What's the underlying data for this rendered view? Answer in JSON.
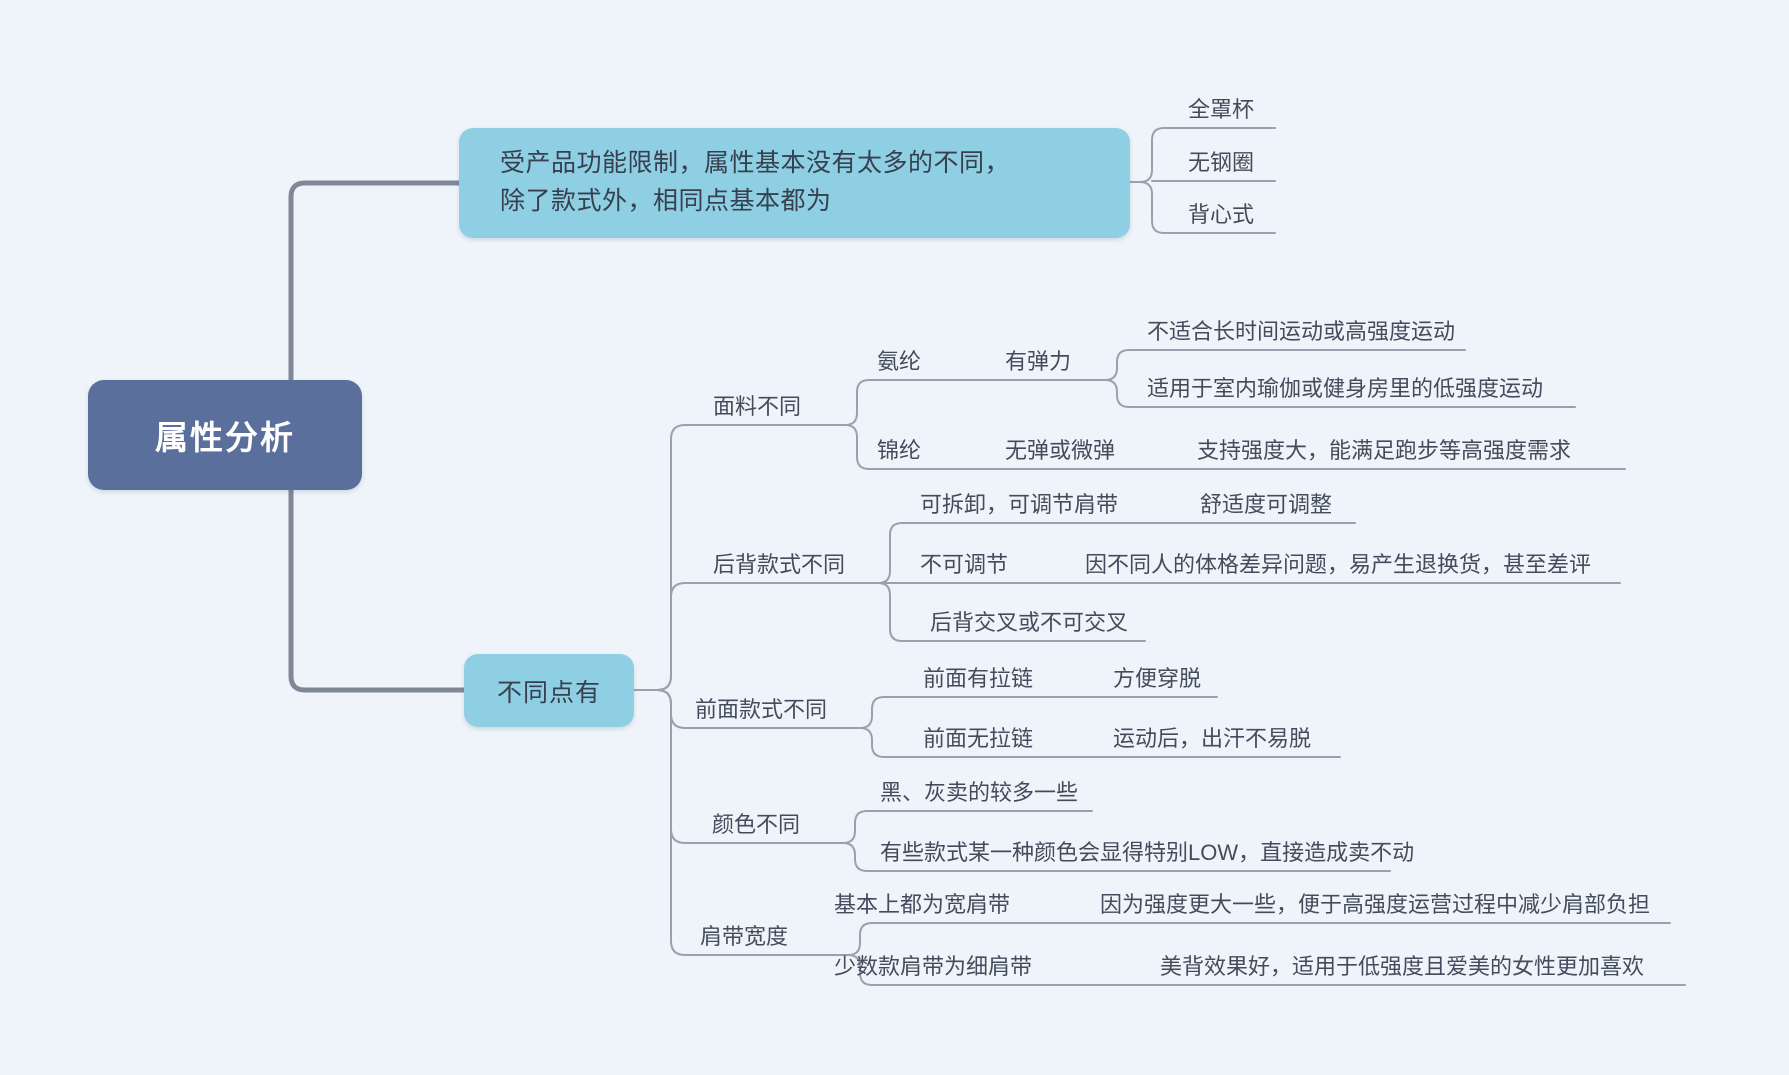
{
  "canvas": {
    "background": "#eff4fa"
  },
  "colors": {
    "root_bg": "#5b6f9c",
    "root_fg": "#ffffff",
    "topic_box_bg": "#8ecfe4",
    "topic_box_fg": "#36404e",
    "label_fg": "#434c5c",
    "trunk_line": "#7f8898",
    "branch_line": "#99a1b0"
  },
  "root": {
    "text": "属性分析"
  },
  "same": {
    "text": "受产品功能限制，属性基本没有太多的不同，除了款式外，相同点基本都为",
    "children": [
      {
        "text": "全罩杯"
      },
      {
        "text": "无钢圈"
      },
      {
        "text": "背心式"
      }
    ]
  },
  "diff": {
    "text": "不同点有",
    "children": [
      {
        "text": "面料不同",
        "children": [
          {
            "text": "氨纶",
            "children": [
              {
                "text": "有弹力",
                "children": [
                  {
                    "text": "不适合长时间运动或高强度运动"
                  },
                  {
                    "text": "适用于室内瑜伽或健身房里的低强度运动"
                  }
                ]
              }
            ]
          },
          {
            "text": "锦纶",
            "children": [
              {
                "text": "无弹或微弹",
                "children": [
                  {
                    "text": "支持强度大，能满足跑步等高强度需求"
                  }
                ]
              }
            ]
          }
        ]
      },
      {
        "text": "后背款式不同",
        "children": [
          {
            "text": "可拆卸，可调节肩带",
            "children": [
              {
                "text": "舒适度可调整"
              }
            ]
          },
          {
            "text": "不可调节",
            "children": [
              {
                "text": "因不同人的体格差异问题，易产生退换货，甚至差评"
              }
            ]
          },
          {
            "text": "后背交叉或不可交叉"
          }
        ]
      },
      {
        "text": "前面款式不同",
        "children": [
          {
            "text": "前面有拉链",
            "children": [
              {
                "text": "方便穿脱"
              }
            ]
          },
          {
            "text": "前面无拉链",
            "children": [
              {
                "text": "运动后，出汗不易脱"
              }
            ]
          }
        ]
      },
      {
        "text": "颜色不同",
        "children": [
          {
            "text": "黑、灰卖的较多一些"
          },
          {
            "text": "有些款式某一种颜色会显得特别LOW，直接造成卖不动"
          }
        ]
      },
      {
        "text": "肩带宽度",
        "children": [
          {
            "text": "基本上都为宽肩带",
            "children": [
              {
                "text": "因为强度更大一些，便于高强度运营过程中减少肩部负担"
              }
            ]
          },
          {
            "text": "少数款肩带为细肩带",
            "children": [
              {
                "text": "美背效果好，适用于低强度且爱美的女性更加喜欢"
              }
            ]
          }
        ]
      }
    ]
  }
}
